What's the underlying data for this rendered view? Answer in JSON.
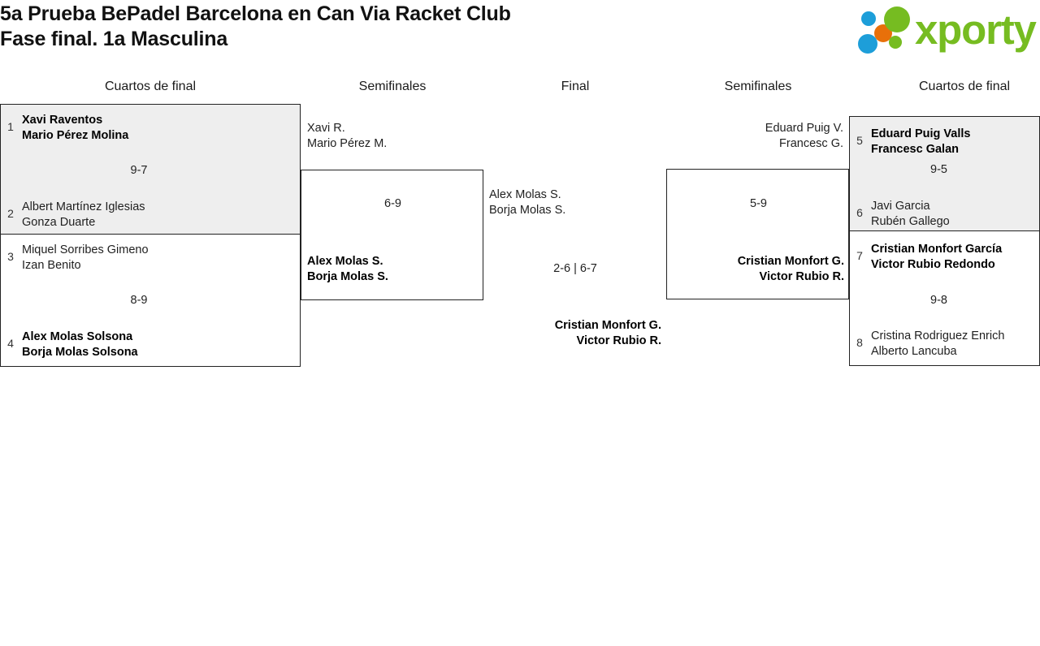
{
  "header": {
    "title_line1": "5a Prueba BePadel Barcelona en Can Via Racket Club",
    "title_line2": "Fase final. 1a Masculina",
    "logo_word": "xporty",
    "logo_colors": {
      "green": "#76bc21",
      "blue": "#1d9ed9",
      "orange": "#e8700a"
    }
  },
  "rounds": [
    {
      "label": "Cuartos de final"
    },
    {
      "label": "Semifinales"
    },
    {
      "label": "Final"
    },
    {
      "label": "Semifinales"
    },
    {
      "label": "Cuartos de final"
    }
  ],
  "bracket": {
    "left_qf": [
      {
        "shaded": true,
        "top": {
          "seed": "1",
          "line1": "Xavi Raventos",
          "line2": "Mario Pérez Molina",
          "winner": true
        },
        "bottom": {
          "seed": "2",
          "line1": "Albert Martínez Iglesias",
          "line2": "Gonza Duarte",
          "winner": false
        },
        "score": "9-7"
      },
      {
        "shaded": false,
        "top": {
          "seed": "3",
          "line1": "Miquel Sorribes Gimeno",
          "line2": "Izan Benito",
          "winner": false
        },
        "bottom": {
          "seed": "4",
          "line1": "Alex Molas Solsona",
          "line2": "Borja Molas Solsona",
          "winner": true
        },
        "score": "8-9"
      }
    ],
    "left_sf": {
      "top": {
        "line1": "Xavi R.",
        "line2": "Mario Pérez M.",
        "winner": false
      },
      "bottom": {
        "line1": "Alex Molas S.",
        "line2": "Borja Molas S.",
        "winner": true
      },
      "score": "6-9"
    },
    "final": {
      "top": {
        "line1": "Alex Molas S.",
        "line2": "Borja Molas S.",
        "winner": false
      },
      "bottom": {
        "line1": "Cristian Monfort G.",
        "line2": "Victor Rubio R.",
        "winner": true
      },
      "score": "2-6 | 6-7"
    },
    "right_sf": {
      "top": {
        "line1": "Eduard Puig V.",
        "line2": "Francesc G.",
        "winner": false
      },
      "bottom": {
        "line1": "Cristian Monfort G.",
        "line2": "Victor Rubio R.",
        "winner": true
      },
      "score": "5-9"
    },
    "right_qf": [
      {
        "shaded": true,
        "top": {
          "seed": "5",
          "line1": "Eduard Puig Valls",
          "line2": "Francesc Galan",
          "winner": true
        },
        "bottom": {
          "seed": "6",
          "line1": "Javi Garcia",
          "line2": "Rubén Gallego",
          "winner": false
        },
        "score": "9-5"
      },
      {
        "shaded": false,
        "top": {
          "seed": "7",
          "line1": "Cristian Monfort García",
          "line2": "Victor Rubio Redondo",
          "winner": true
        },
        "bottom": {
          "seed": "8",
          "line1": "Cristina Rodriguez Enrich",
          "line2": "Alberto Lancuba",
          "winner": false
        },
        "score": "9-8"
      }
    ]
  }
}
